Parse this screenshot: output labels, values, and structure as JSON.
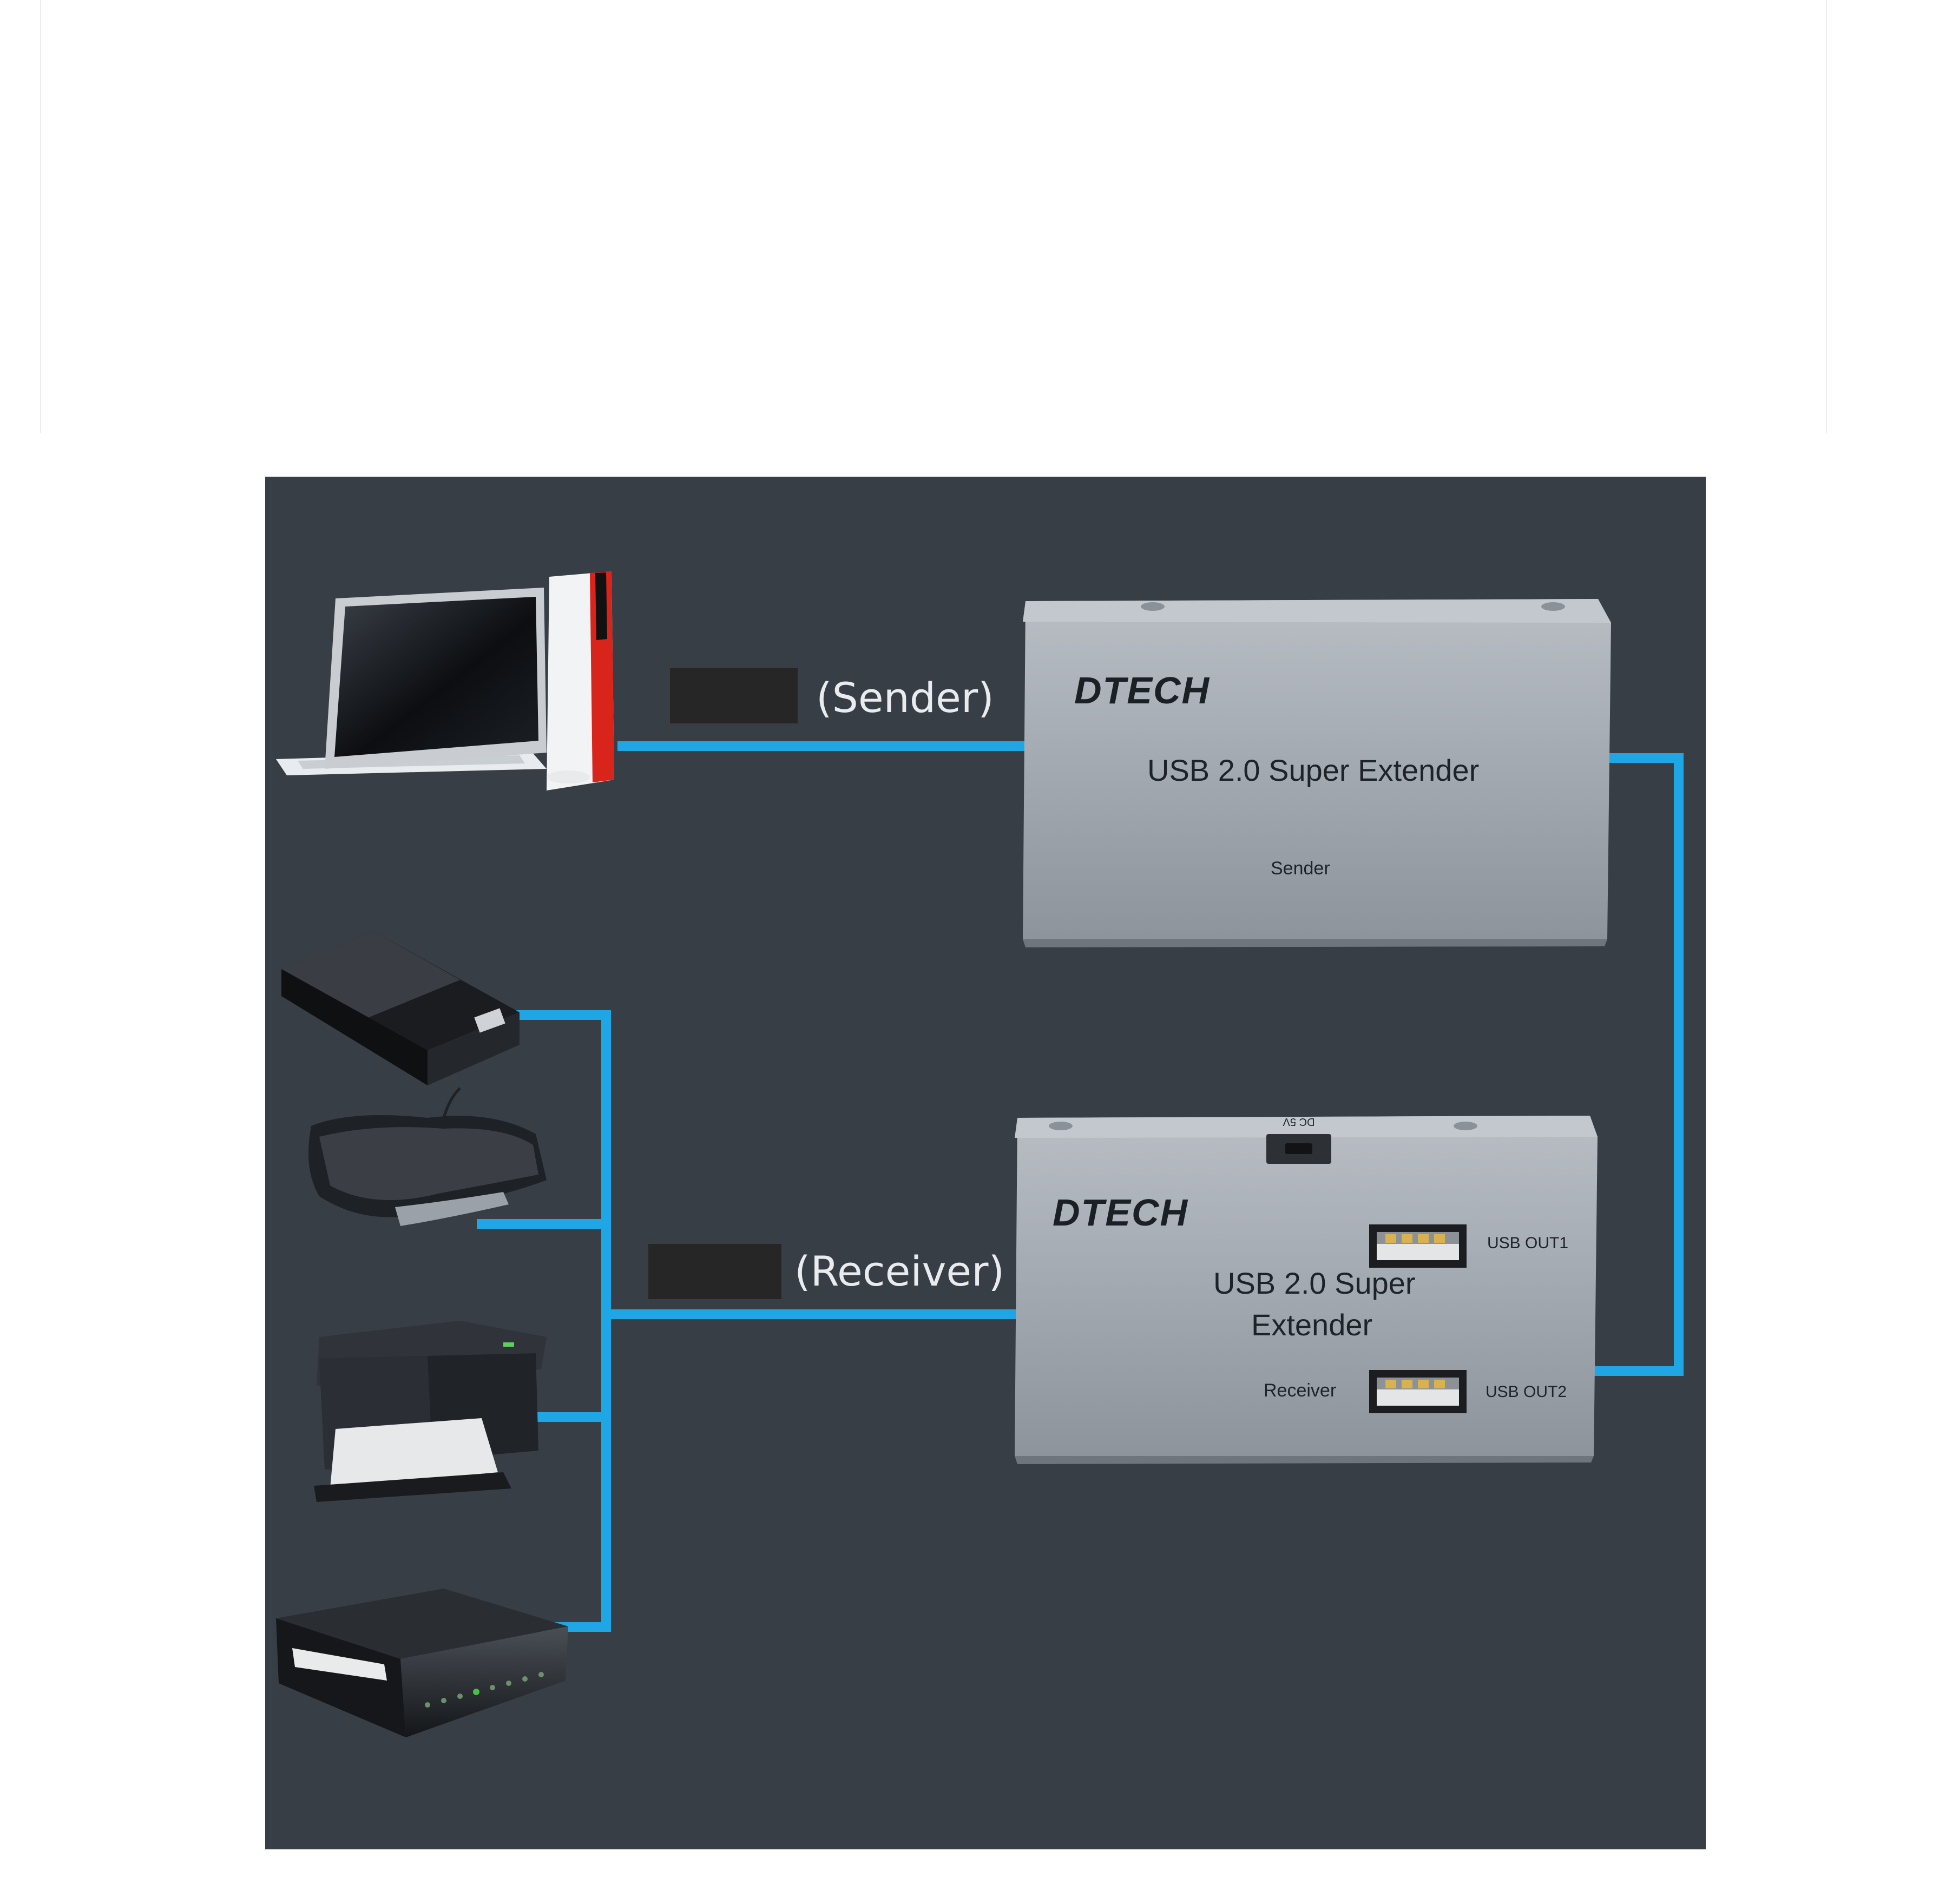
{
  "sender_caption": "(Sender)",
  "receiver_caption": "(Receiver)",
  "sender_unit": {
    "brand": "DTECH",
    "title": "USB 2.0 Super Extender",
    "role": "Sender"
  },
  "receiver_unit": {
    "brand": "DTECH",
    "title_line1": "USB 2.0 Super",
    "title_line2": "Extender",
    "role": "Receiver",
    "port1": "USB OUT1",
    "port2": "USB OUT2",
    "power": "DC 5V"
  },
  "colors": {
    "background": "#383e46",
    "cable": "#1ea7e4",
    "device_body": "#9fa5ad",
    "caption_text": "#e9ebee"
  },
  "icons": {
    "computer": "desktop-computer-icon",
    "scanner": "scanner-icon",
    "keyboard": "keyboard-icon",
    "printer": "printer-icon",
    "media_device": "media-device-icon"
  }
}
